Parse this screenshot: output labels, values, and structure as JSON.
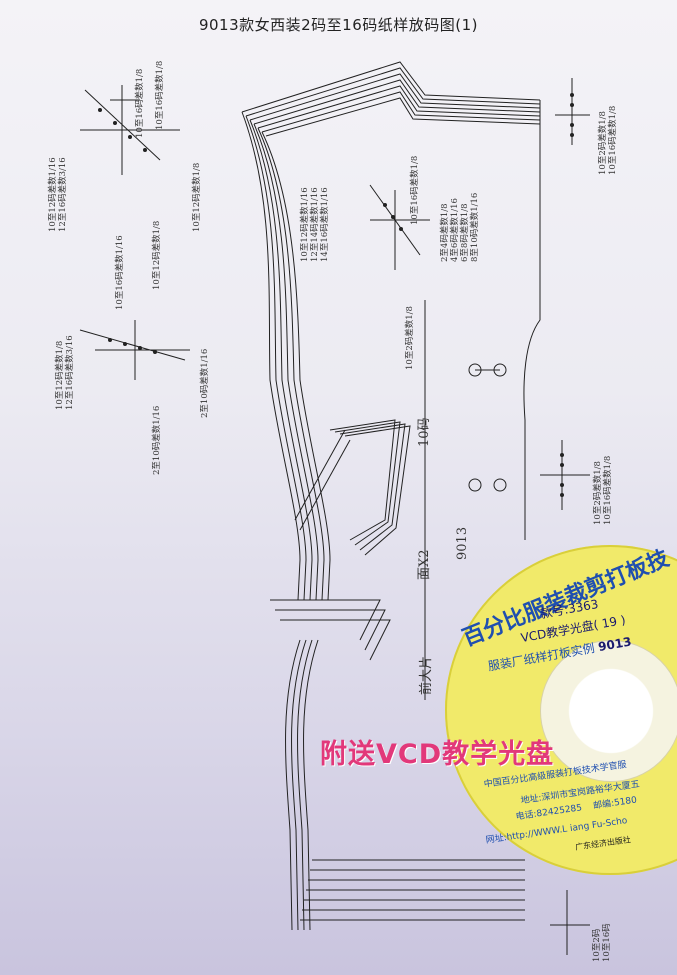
{
  "title": "9013款女西装2码至16码纸样放码图(1)",
  "labels": {
    "a1": [
      "10至12码差数1/16",
      "12至16码差数3/16"
    ],
    "a2": [
      "10至16码差数1/8"
    ],
    "a3": [
      "10至16码差数1/8"
    ],
    "a4": [
      "10至12码差数1/8"
    ],
    "a5": [
      "10至12码差数1/8"
    ],
    "a6": [
      "10至16码差数1/16"
    ],
    "a7": [
      "10至12码差数1/8",
      "12至16码差数3/16"
    ],
    "a8": [
      "2至10码差数1/16"
    ],
    "a9": [
      "2至10码差数1/16"
    ],
    "b1": [
      "10至12码差数1/16",
      "12至14码差数1/16",
      "14至16码差数1/16"
    ],
    "b2": [
      "10至16码差数1/8"
    ],
    "b3": [
      "2至4码差数1/8",
      "4至6码差数1/16",
      "6至8码差数1/8",
      "8至10码差数1/16"
    ],
    "b4": [
      "10至2码差数1/8"
    ],
    "c1": [
      "10至2码差数1/8",
      "10至16码差数1/8"
    ],
    "c2": [
      "10至2码差数1/8",
      "10至16码差数1/8"
    ],
    "c3": [
      "10至2码",
      "10至16码"
    ],
    "size": "10码",
    "style_no": "9013",
    "count": "面X2",
    "piece": "前大片"
  },
  "cd": {
    "brand": "百分比服装裁剪打板技",
    "model": "款号:3363",
    "disc": "VCD教学光盘( 19 )",
    "example": "服装厂纸样打板实例",
    "example_no": "9013",
    "school": "中国百分比高级服装打板技术学官服",
    "address": "地址:深圳市宝岗路裕华大厦五",
    "tel": "电话:82425285",
    "zip": "邮编:5180",
    "web": "网址:http://WWW.L iang Fu-Scho",
    "publisher": "广东经济出版社"
  },
  "banner": "附送VCD教学光盘",
  "colors": {
    "accent": "#e2387a",
    "disc": "#f1ea6a",
    "blue": "#1f4fb0"
  }
}
